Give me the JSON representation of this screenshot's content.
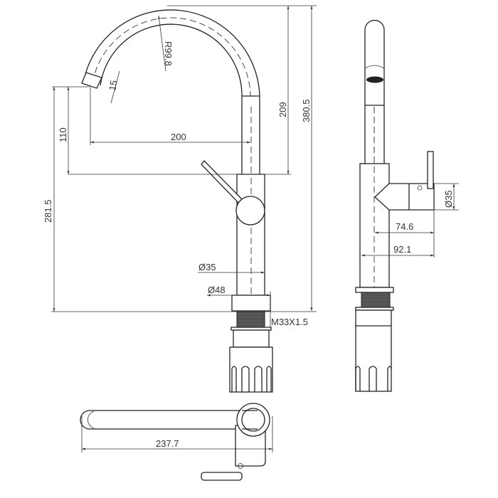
{
  "title": "Kitchen faucet dimension drawing",
  "front_view": {
    "radius": "R99.8",
    "nozzle_angle": "15",
    "spout_drop": "110",
    "reach": "200",
    "spout_height": "209",
    "total_height": "380.5",
    "outlet_height": "281.5",
    "body_diameter": "Ø35",
    "base_diameter": "Ø48",
    "thread": "M33X1.5"
  },
  "side_view": {
    "handle_diameter": "Ø35",
    "handle_depth": "74.6",
    "total_depth": "92.1"
  },
  "top_view": {
    "total_length": "237.7"
  }
}
